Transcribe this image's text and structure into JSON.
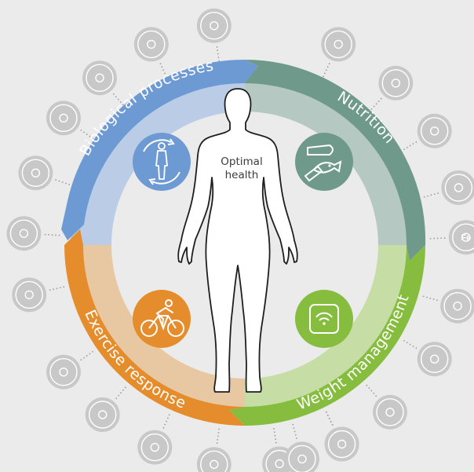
{
  "center": {
    "line1": "Optimal",
    "line2": "health"
  },
  "segments": [
    {
      "id": "biological",
      "label": "Biological processes",
      "icon": "human-body-cycle-icon",
      "color": "#6e9ad4",
      "light": "#bbcde6"
    },
    {
      "id": "nutrition",
      "label": "Nutrition",
      "icon": "food-group-icon",
      "color": "#6f9a8b",
      "light": "#b5c8c1"
    },
    {
      "id": "weight",
      "label": "Weight management",
      "icon": "weighing-scale-icon",
      "color": "#86bd3f",
      "light": "#c6dea6"
    },
    {
      "id": "exercise",
      "label": "Exercise response",
      "icon": "cyclist-icon",
      "color": "#e58d2d",
      "light": "#e8c8a2"
    }
  ],
  "outer_icons": [
    {
      "name": "water-drop-icon"
    },
    {
      "name": "dna-spiral-icon"
    },
    {
      "name": "molecule-icon"
    },
    {
      "name": "cell-icon"
    },
    {
      "name": "expand-arrows-icon"
    },
    {
      "name": "target-rings-icon"
    },
    {
      "name": "knee-joint-icon"
    },
    {
      "name": "running-fitness-icon"
    },
    {
      "name": "muscle-arm-icon"
    },
    {
      "name": "muscle-fiber-icon"
    },
    {
      "name": "lungs-icon"
    },
    {
      "name": "fat-cell-icon"
    },
    {
      "name": "food-cycle-icon"
    },
    {
      "name": "face-icon"
    },
    {
      "name": "tongue-icon"
    },
    {
      "name": "head-gear-icon"
    },
    {
      "name": "body-scale-icon"
    },
    {
      "name": "plate-cutlery-icon"
    },
    {
      "name": "iron-fe-icon",
      "text": "Fe"
    },
    {
      "name": "sun-vitamin-d-icon"
    },
    {
      "name": "fish-vegetable-icon"
    },
    {
      "name": "human-body-icon"
    },
    {
      "name": "legumes-icon"
    }
  ],
  "colors": {
    "icon_circle": "#c8c8c8",
    "dotted_line": "#9a9a9a",
    "body_outline": "#1e1e1e"
  }
}
